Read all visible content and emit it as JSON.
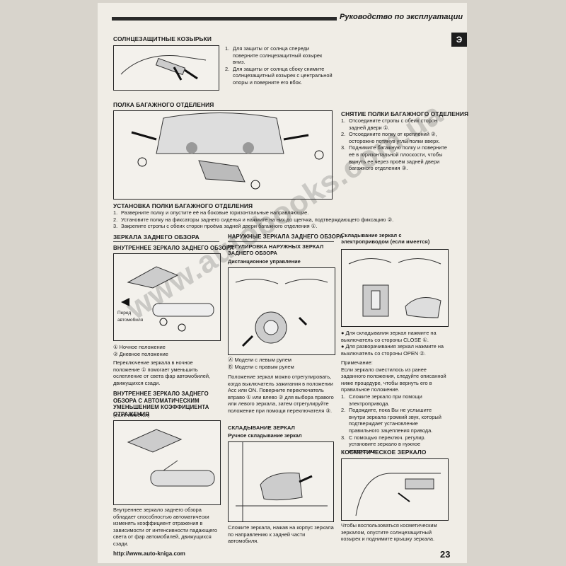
{
  "header": {
    "title": "Руководство по эксплуатации",
    "tab": "Э"
  },
  "sunvisors": {
    "heading": "Солнцезащитные козырьки",
    "items": [
      "Для защиты от солнца спереди поверните солнцезащитный козырек вниз.",
      "Для защиты от солнца сбоку снимите солнцезащитный козырек с центральной опоры и поверните его вбок."
    ]
  },
  "shelf": {
    "heading": "Полка багажного отделения",
    "removal_heading": "Снятие полки багажного отделения",
    "removal_items": [
      "Отсоедините стропы с обеих сторон задней двери ①.",
      "Отсоедините полку от креплений ②, осторожно потянув углы полки вверх.",
      "Поднимите багажную полку и поверните её в горизонтальной плоскости, чтобы вынуть ее через проём задней двери багажного отделения ③."
    ],
    "install_heading": "Установка полки багажного отделения",
    "install_items": [
      "Разверните полку и опустите её на боковые горизонтальные направляющие.",
      "Установите полку на фиксаторы заднего сиденья и нажмите на них до щелчка, подтверждающего фиксацию ②.",
      "Закрепите стропы с обеих сторон проёма задней двери багажного отделения ①."
    ]
  },
  "mirrors": {
    "heading": "Зеркала заднего обзора",
    "inner_heading": "Внутреннее зеркало заднего обзора",
    "inner_fig_label": "Перед автомобиля",
    "inner_legend": [
      "① Ночное положение",
      "② Дневное положение"
    ],
    "inner_text": "Переключение зеркала в ночное положение ① помогает уменьшить ослепление от света фар автомобилей, движущихся сзади.",
    "auto_heading": "Внутреннее зеркало заднего обзора с автоматическим уменьшением коэффициента отражения",
    "auto_sub": "(если имеется)",
    "auto_text": "Внутреннее зеркало заднего обзора обладает способностью автоматически изменять коэффициент отражения в зависимости от интенсивности падающего света от фар автомобилей, движущихся сзади."
  },
  "outer": {
    "heading": "Наружные зеркала заднего обзора",
    "adjust_heading": "Регулировка наружных зеркал заднего обзора",
    "remote_heading": "Дистанционное управление",
    "legend": [
      "Ⓐ Модели с левым рулем",
      "Ⓑ Модели с правым рулем"
    ],
    "text": "Положение зеркал можно отрегулировать, когда выключатель зажигания в положении Acc или ON. Поверните переключатель вправо ① или влево ② для выбора правого или левого зеркала, затем отрегулируйте положение при помощи переключателя ③.",
    "fold_heading": "Складывание зеркал",
    "manual_heading": "Ручное складывание зеркал",
    "manual_text": "Сложите зеркала, нажав на корпус зеркала по направлению к задней части автомобиля."
  },
  "power_fold": {
    "heading": "Складывание зеркал с электроприводом (если имеется)",
    "bullets": [
      "Для складывания зеркал нажмите на выключатель со стороны CLOSE ①.",
      "Для разворачивания зеркал нажмите на выключатель со стороны OPEN ②."
    ],
    "note_title": "Примечание:",
    "note_text": "Если зеркало сместилось из ранее заданного положения, следуйте описанной ниже процедуре, чтобы вернуть его в правильное положение.",
    "note_items": [
      "Сложите зеркало при помощи электропривода.",
      "Подождите, пока Вы не услышите внутри зеркала громкий звук, который подтверждает установление правильного зацепления привода.",
      "С помощью переключ. регулир. установите зеркало в нужное положение."
    ]
  },
  "vanity": {
    "heading": "Косметическое зеркало",
    "text": "Чтобы воспользоваться косметическим зеркалом, опустите солнцезащитный козырек и поднимите крышку зеркала."
  },
  "watermark": "www.autobooks.com.ua",
  "footer": {
    "url": "http://www.auto-kniga.com",
    "page": "23"
  }
}
